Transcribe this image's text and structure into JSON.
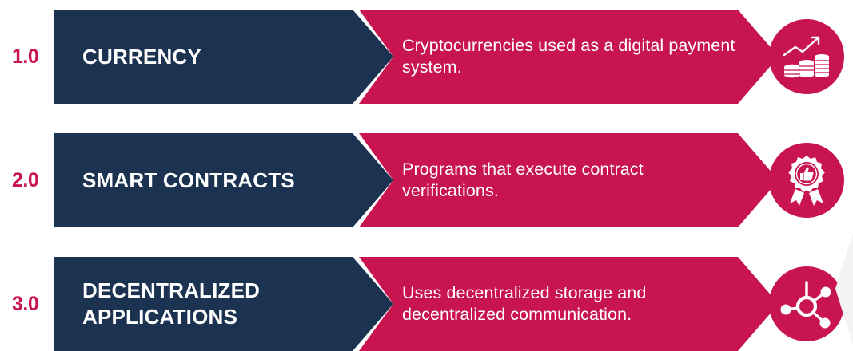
{
  "colors": {
    "navy": "#1b3350",
    "crimson": "#c8154f",
    "background": "#ffffff"
  },
  "rows": [
    {
      "version": "1.0",
      "title": "CURRENCY",
      "description": "Cryptocurrencies used as a digital payment system.",
      "icon": "growth-coins-icon"
    },
    {
      "version": "2.0",
      "title": "SMART CONTRACTS",
      "description": "Programs that execute contract verifications.",
      "icon": "award-badge-icon"
    },
    {
      "version": "3.0",
      "title": "DECENTRALIZED APPLICATIONS",
      "description": "Uses decentralized storage and decentralized communication.",
      "icon": "network-nodes-icon"
    }
  ]
}
